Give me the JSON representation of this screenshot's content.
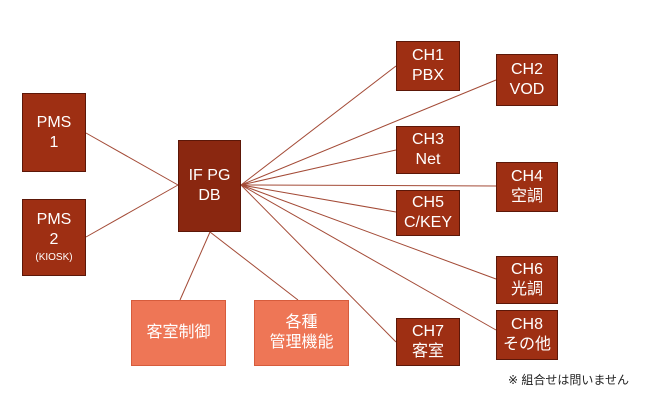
{
  "colors": {
    "node_dark": "#9e2f13",
    "hub": "#8a2710",
    "node_light": "#ee7656",
    "link": "#a34a36"
  },
  "nodes": {
    "pms1": {
      "lines": [
        "PMS",
        "1"
      ]
    },
    "pms2": {
      "lines": [
        "PMS",
        "2"
      ],
      "sub": "(KIOSK)"
    },
    "hub": {
      "lines": [
        "IF PG",
        "DB"
      ]
    },
    "room_control": {
      "lines": [
        "客室制御"
      ]
    },
    "management": {
      "lines": [
        "各種",
        "管理機能"
      ]
    },
    "ch1": {
      "lines": [
        "CH1",
        "PBX"
      ]
    },
    "ch2": {
      "lines": [
        "CH2",
        "VOD"
      ]
    },
    "ch3": {
      "lines": [
        "CH3",
        "Net"
      ]
    },
    "ch4": {
      "lines": [
        "CH4",
        "空調"
      ]
    },
    "ch5": {
      "lines": [
        "CH5",
        "C/KEY"
      ]
    },
    "ch6": {
      "lines": [
        "CH6",
        "光調"
      ]
    },
    "ch7": {
      "lines": [
        "CH7",
        "客室"
      ]
    },
    "ch8": {
      "lines": [
        "CH8",
        "その他"
      ]
    }
  },
  "note": "※ 組合せは問いません"
}
